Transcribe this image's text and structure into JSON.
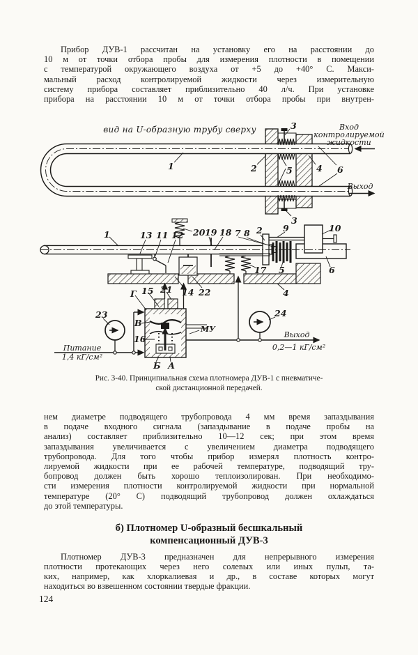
{
  "page": {
    "number": "124",
    "paper_color": "#fbfaf6",
    "ink_color": "#1d1c1a"
  },
  "paragraphs": {
    "p1": [
      "Прибор ДУВ-1 рассчитан на установку его на расстоянии до",
      "10 м от точки отбора пробы для измерения плотности в помещении",
      "с температурой окружающего воздуха от +5 до +40° С. Макси-",
      "мальный расход контролируемой жидкости через измерительную",
      "систему прибора составляет приблизительно 40 л/ч. При установке",
      "прибора на расстоянии 10 м от точки отбора пробы при внутрен-"
    ],
    "p2": [
      "нем диаметре подводящего трубопровода 4 мм время запаздывания",
      "в подаче входного сигнала (запаздывание в подаче пробы на",
      "анализ) составляет приблизительно 10—12 сек; при этом время",
      "запаздывания увеличивается с увеличением диаметра подводящего",
      "трубопровода. Для того чтобы прибор измерял плотность контро-",
      "лируемой жидкости при ее рабочей температуре, подводящий тру-",
      "бопровод должен быть хорошо теплоизолирован. При необходимо-",
      "сти измерения плотности контролируемой жидкости при нормальной",
      "температуре (20° С) подводящий трубопровод должен охлаждаться",
      "до этой температуры."
    ],
    "p3": [
      "Плотномер ДУВ-3 предназначен для непрерывного измерения",
      "плотности протекающих через него солевых или иных пульп, та-",
      "ких, например, как хлоркалиевая и др., в составе которых могут",
      "находиться во взвешенном состоянии твердые фракции."
    ]
  },
  "heading": {
    "line1": "б) Плотномер U-образный бесшкальный",
    "line2": "компенсационный ДУВ-3"
  },
  "figure": {
    "caption_lines": [
      "Рис. 3-40. Принципиальная схема плотномера ДУВ-1 с пневматиче-",
      "ской дистанционной передачей."
    ],
    "top_title": "вид на U-образную трубу сверху",
    "inlet_1": "Вход",
    "inlet_2": "контролируемой",
    "inlet_3": "жидкости",
    "outlet": "Выход",
    "supply_1": "Питание",
    "supply_2": "1,4 кГ/см²",
    "out_range": "0,2—1 кГ/см²",
    "parts": {
      "n1": "1",
      "n2": "2",
      "n3": "3",
      "n4": "4",
      "n5": "5",
      "n6": "6",
      "n7": "7",
      "n8": "8",
      "n9": "9",
      "n10": "10",
      "n11": "11",
      "n12": "12",
      "n13": "13",
      "n14": "14",
      "n15": "15",
      "n16": "16",
      "n17": "17",
      "n18": "18",
      "n19": "19",
      "n20": "20",
      "n21": "21",
      "n22": "22",
      "n23": "23",
      "n24": "24",
      "g": "Г",
      "v": "В",
      "mu": "МУ",
      "b": "Б",
      "a": "А"
    }
  }
}
